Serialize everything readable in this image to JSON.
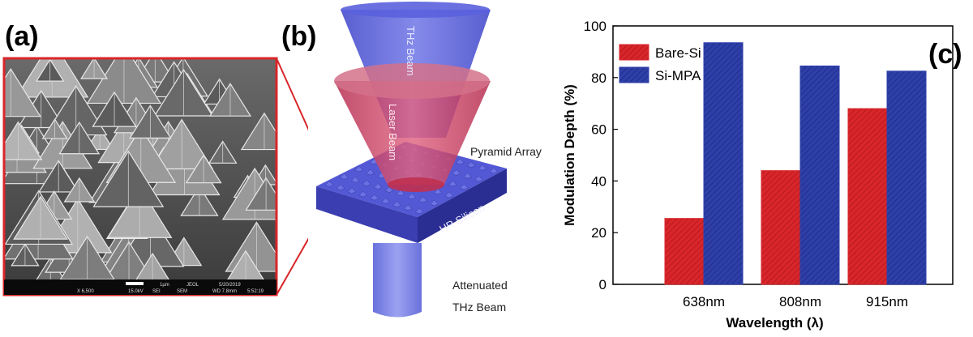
{
  "figure": {
    "panel_a": {
      "label": "(a)",
      "sem_info": {
        "magnification": "X 6,500",
        "voltage": "15.0kV",
        "detector": "SEI",
        "mode": "SEM",
        "scale": "1μm",
        "brand": "JEOL",
        "date": "5/20/2019",
        "wd": "WD 7.8mm",
        "time": "5:52:19"
      }
    },
    "panel_b": {
      "label": "(b)",
      "thz_beam": "THz Beam",
      "laser_beam": "Laser Beam",
      "pyramid_array": "Pyramid Array",
      "hr_silicon": "HR Silicon",
      "attenuated_line1": "Attenuated",
      "attenuated_line2": "THz Beam"
    },
    "panel_c": {
      "label": "(c)"
    },
    "colors": {
      "bare_si": "#d8262b",
      "si_mpa": "#2e3fa8",
      "frame_red": "#d9262a"
    }
  },
  "chart_data": {
    "type": "bar",
    "categories": [
      "638nm",
      "808nm",
      "915nm"
    ],
    "series": [
      {
        "name": "Bare-Si",
        "values": [
          25.5,
          44,
          68
        ]
      },
      {
        "name": "Si-MPA",
        "values": [
          93.5,
          84.5,
          82.5
        ]
      }
    ],
    "xlabel": "Wavelength (λ)",
    "ylabel": "Modulation Depth (%)",
    "ylim": [
      0,
      100
    ],
    "yticks": [
      0,
      20,
      40,
      60,
      80,
      100
    ],
    "legend_position": "top-left",
    "grid": false
  }
}
